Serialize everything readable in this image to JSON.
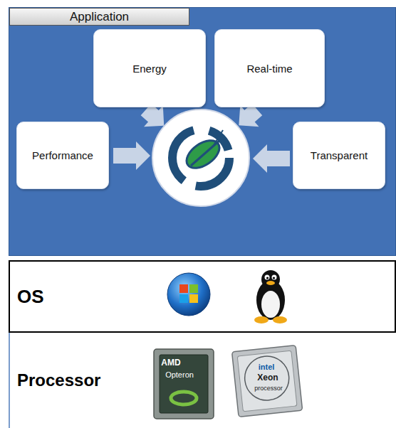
{
  "diagram": {
    "nodes": [
      {
        "text": [
          "Application"
        ]
      },
      {
        "text": [
          "Energy"
        ],
        "in": 0
      },
      {
        "text": [
          "Real-time"
        ],
        "in": 0
      },
      {
        "text": [
          "Performance"
        ],
        "in": 0
      },
      {
        "text": [
          "Transparent"
        ],
        "in": 0
      },
      {
        "text": [
          "OS"
        ]
      },
      {
        "text": [
          "Processor"
        ]
      }
    ],
    "labels": [
      "AMD",
      "Opteron",
      "intel",
      "Xeon",
      "processor"
    ]
  }
}
